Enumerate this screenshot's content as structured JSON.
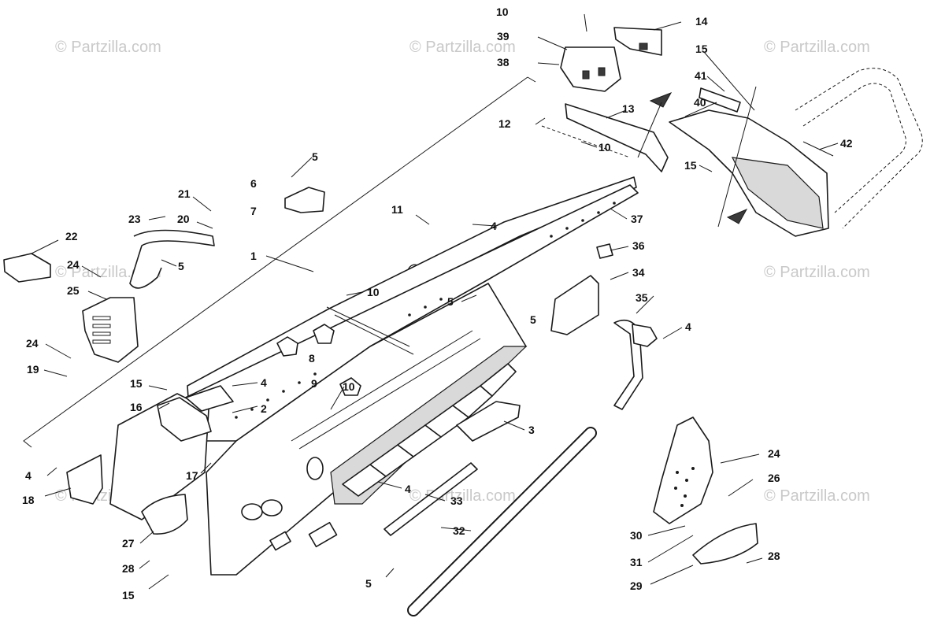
{
  "watermark": {
    "text": "© Partzilla.com",
    "center_text": "© Partzilla.com",
    "color": "#c9c9c9"
  },
  "callouts": {
    "c1": "1",
    "c2": "2",
    "c3": "3",
    "c4a": "4",
    "c4b": "4",
    "c4c": "4",
    "c4d": "4",
    "c4e": "4",
    "c5a": "5",
    "c5b": "5",
    "c5c": "5",
    "c5d": "5",
    "c5e": "5",
    "c6": "6",
    "c7": "7",
    "c8": "8",
    "c9": "9",
    "c10a": "10",
    "c10b": "10",
    "c10c": "10",
    "c10d": "10",
    "c11": "11",
    "c12": "12",
    "c13": "13",
    "c14": "14",
    "c15a": "15",
    "c15b": "15",
    "c15c": "15",
    "c15d": "15",
    "c16": "16",
    "c17": "17",
    "c18": "18",
    "c19": "19",
    "c20": "20",
    "c21": "21",
    "c22": "22",
    "c23": "23",
    "c24a": "24",
    "c24b": "24",
    "c24c": "24",
    "c25": "25",
    "c26": "26",
    "c27": "27",
    "c28a": "28",
    "c28b": "28",
    "c29": "29",
    "c30": "30",
    "c31": "31",
    "c32": "32",
    "c33": "33",
    "c34": "34",
    "c35": "35",
    "c36": "36",
    "c37": "37",
    "c38": "38",
    "c39": "39",
    "c40": "40",
    "c41": "41",
    "c42": "42"
  }
}
